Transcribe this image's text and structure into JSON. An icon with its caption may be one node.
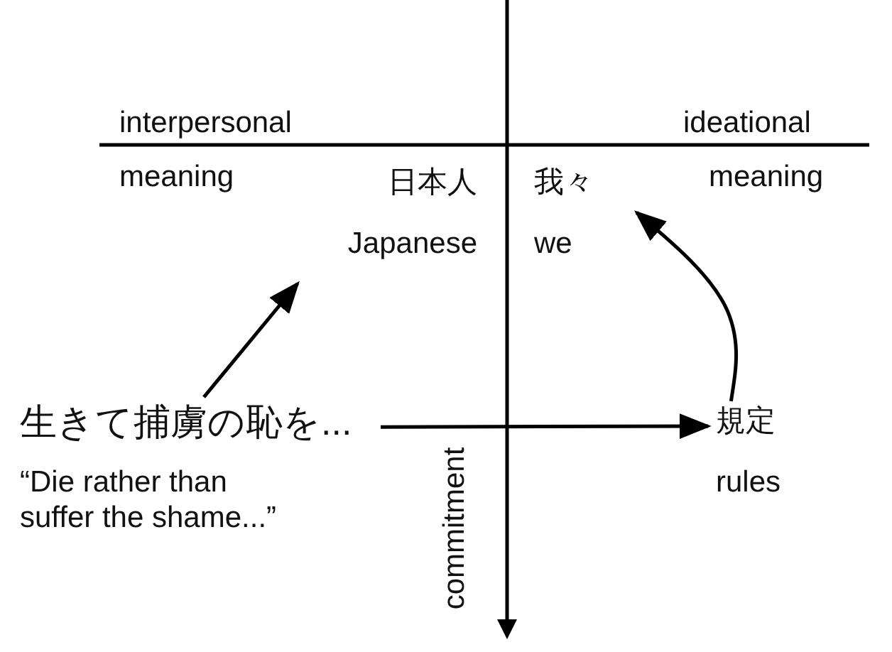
{
  "diagram": {
    "nodes": [
      {
        "text": [
          "日本人",
          "Japanese"
        ]
      },
      {
        "text": [
          "我々",
          "we"
        ]
      },
      {
        "text": [
          "生きて捕虜の恥を...",
          "“Die rather than suffer the shame...”"
        ]
      },
      {
        "text": [
          "規定",
          "rules"
        ]
      }
    ],
    "edges": [
      {
        "from": 2,
        "to": 0,
        "arrow": "to"
      },
      {
        "from": 2,
        "to": 3,
        "arrow": "to"
      },
      {
        "from": 3,
        "to": 1,
        "arrow": "to"
      }
    ],
    "labels": [
      "interpersonal",
      "meaning",
      "ideational",
      "meaning",
      "commitment"
    ]
  }
}
